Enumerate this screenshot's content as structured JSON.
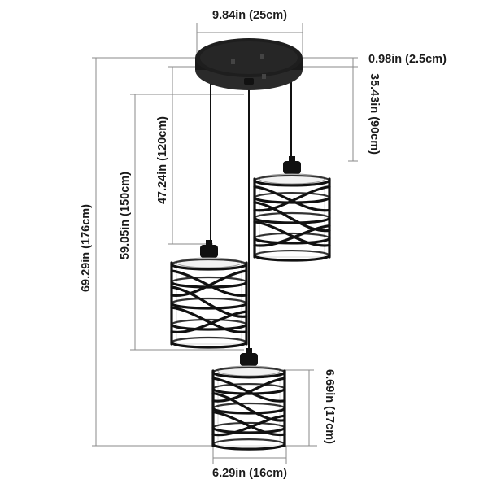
{
  "dimensions": {
    "canopy_width": "9.84in (25cm)",
    "canopy_height": "0.98in (2.5cm)",
    "short_drop": "35.43in (90cm)",
    "medium_drop": "47.24in (120cm)",
    "long_drop": "59.05in (150cm)",
    "total_height": "69.29in (176cm)",
    "shade_height": "6.69in (17cm)",
    "shade_width": "6.29in (16cm)"
  },
  "colors": {
    "fixture": "#111111",
    "glass": "#ffffff",
    "dimension_line": "#8a8a8a",
    "text": "#1a1a1a"
  }
}
